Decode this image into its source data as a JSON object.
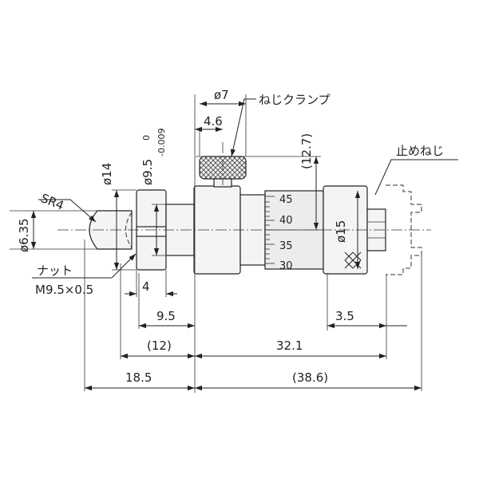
{
  "labels": {
    "screw_clamp": "ねじクランプ",
    "set_screw": "止めねじ",
    "nut": "ナット",
    "nut_thread": "M9.5×0.5"
  },
  "dimensions": {
    "clamp_dia": "ø7",
    "clamp_offset": "4.6",
    "clamp_height": "(12.7)",
    "stem_dia": "ø9.5",
    "stem_tol_upper": "0",
    "stem_tol_lower": "-0.009",
    "nut_dia": "ø14",
    "spindle_dia": "ø6.35",
    "tip_radius": "SR4",
    "thimble_dia": "ø15",
    "nut_width": "4",
    "stem_length": "9.5",
    "set_screw_len": "3.5",
    "front_length": "(12)",
    "rear_length": "32.1",
    "tip_to_stem": "18.5",
    "total_rear": "(38.6)"
  },
  "thimble_scale": [
    "45",
    "40",
    "35",
    "30"
  ],
  "colors": {
    "line": "#222222",
    "body_fill": "#f4f4f4",
    "thimble_fill": "#ececec",
    "background": "#ffffff"
  }
}
